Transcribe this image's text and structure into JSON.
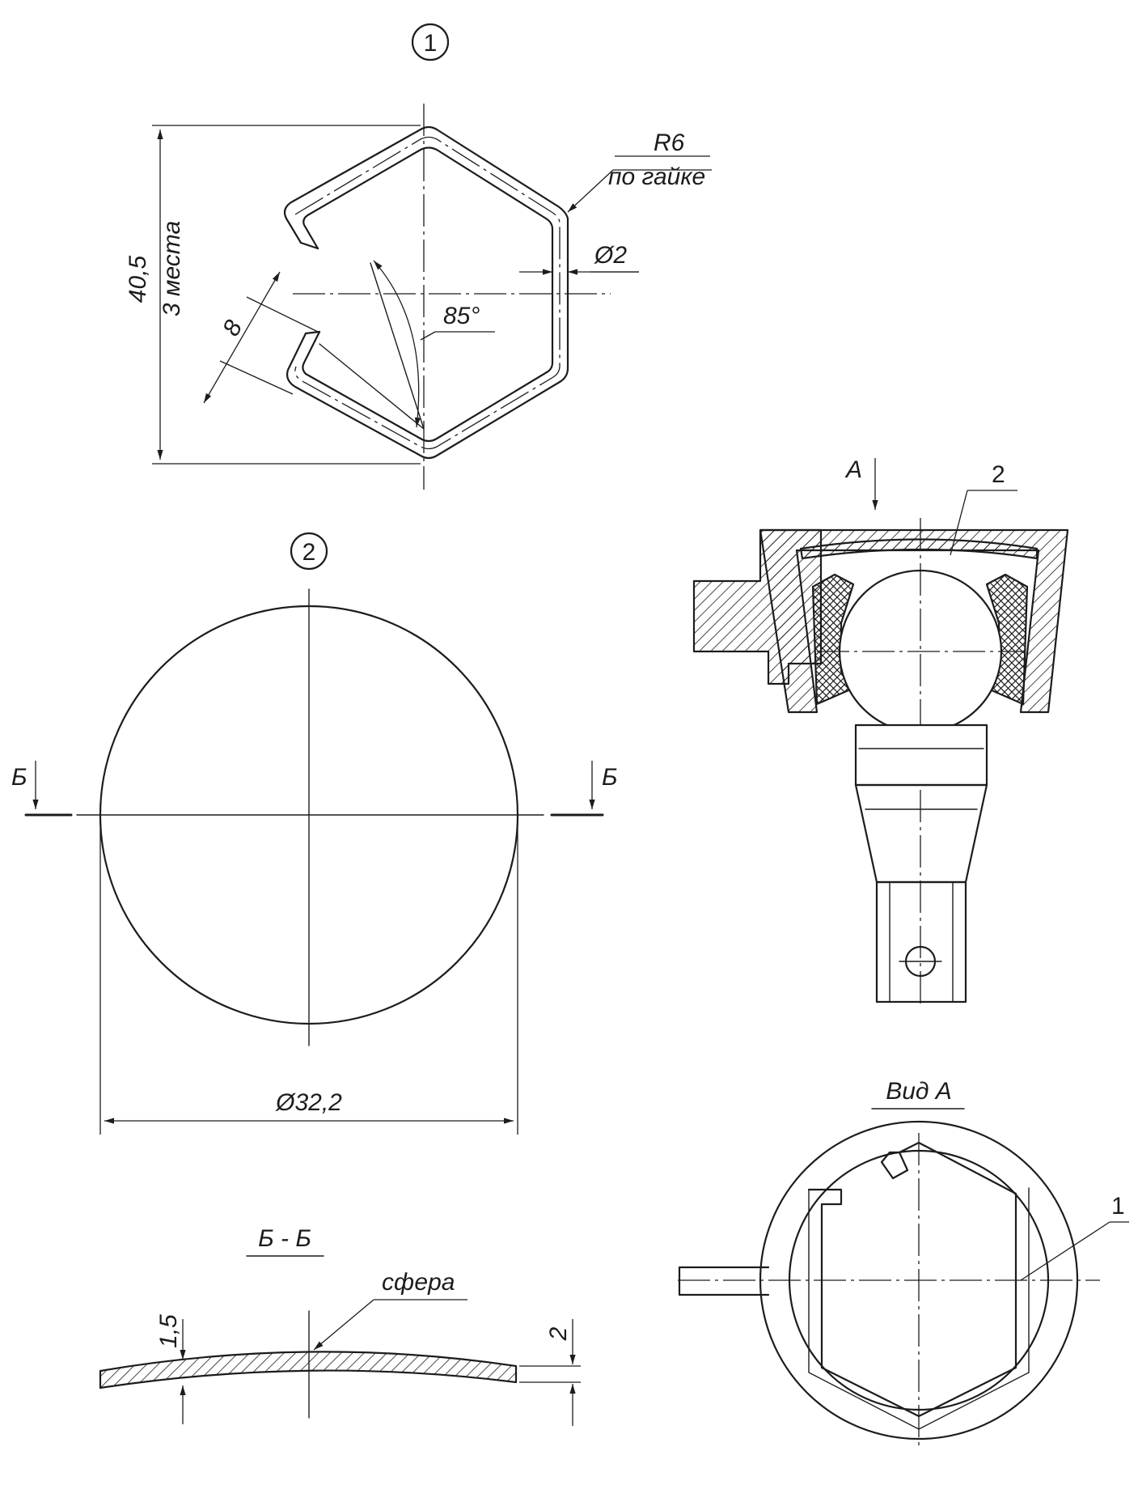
{
  "detail1": {
    "callout": "1",
    "dim_height_value": "40,5",
    "dim_height_note": "3 места",
    "radius_value": "R6",
    "radius_note": "по гайке",
    "wire_dia": "Ø2",
    "angle": "85°",
    "gap": "8"
  },
  "detail2": {
    "callout": "2",
    "section_left": "Б",
    "section_right": "Б",
    "diameter": "Ø32,2"
  },
  "section_bb": {
    "title": "Б - Б",
    "sphere_note": "сфера",
    "thickness_left": "1,5",
    "thickness_right": "2"
  },
  "assembly": {
    "view_marker": "А",
    "part_callout": "2"
  },
  "view_a": {
    "title": "Вид А",
    "part_callout": "1"
  },
  "colors": {
    "ink": "#1c1c1c",
    "paper": "#ffffff"
  }
}
